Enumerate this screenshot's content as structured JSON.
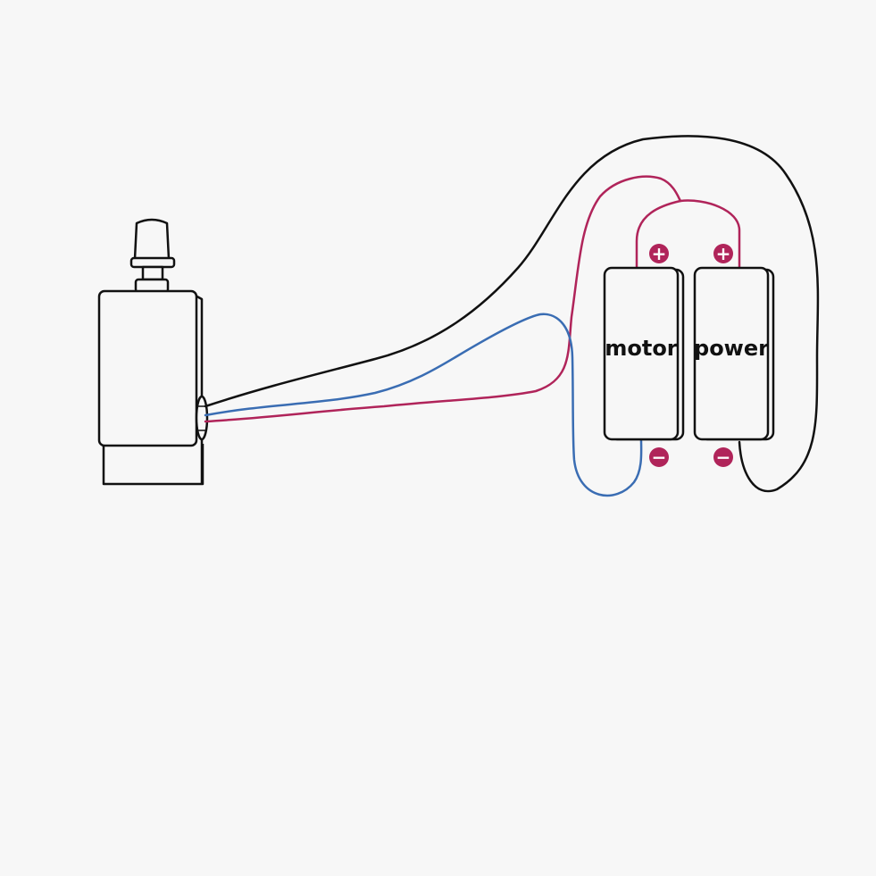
{
  "colors": {
    "background": "#f7f7f7",
    "outline": "#111111",
    "wire_black": "#111111",
    "wire_red": "#b0245a",
    "wire_blue": "#3a6db3",
    "terminal": "#b0245a",
    "terminal_sign": "#ffffff"
  },
  "components": {
    "motor_unit": {
      "label": ""
    },
    "motor_box": {
      "label": "motor"
    },
    "power_box": {
      "label": "power"
    }
  },
  "terminals": {
    "motor_plus": {
      "sign": "+"
    },
    "power_plus": {
      "sign": "+"
    },
    "motor_minus": {
      "sign": "−"
    },
    "power_minus": {
      "sign": "−"
    }
  },
  "wires": [
    {
      "name": "black-wire",
      "color": "black"
    },
    {
      "name": "red-wire",
      "color": "red"
    },
    {
      "name": "blue-wire",
      "color": "blue"
    },
    {
      "name": "red-bridge-wire",
      "color": "red"
    },
    {
      "name": "black-return-wire",
      "color": "black"
    }
  ]
}
